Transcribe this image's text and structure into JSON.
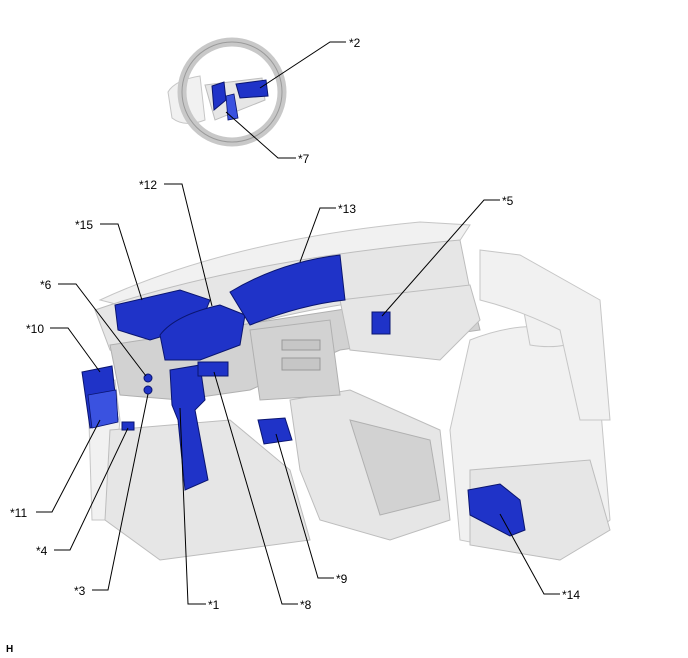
{
  "figure": {
    "reference_code": "H",
    "callouts": [
      {
        "id": "c2",
        "label": "*2"
      },
      {
        "id": "c7",
        "label": "*7"
      },
      {
        "id": "c12",
        "label": "*12"
      },
      {
        "id": "c13",
        "label": "*13"
      },
      {
        "id": "c5",
        "label": "*5"
      },
      {
        "id": "c15",
        "label": "*15"
      },
      {
        "id": "c6",
        "label": "*6"
      },
      {
        "id": "c10",
        "label": "*10"
      },
      {
        "id": "c11",
        "label": "*11"
      },
      {
        "id": "c4",
        "label": "*4"
      },
      {
        "id": "c3",
        "label": "*3"
      },
      {
        "id": "c1",
        "label": "*1"
      },
      {
        "id": "c8",
        "label": "*8"
      },
      {
        "id": "c9",
        "label": "*9"
      },
      {
        "id": "c14",
        "label": "*14"
      }
    ]
  },
  "colors": {
    "highlight_part": "#1f33c8",
    "vehicle_body": "#e6e6e6",
    "leader_line": "#000000"
  }
}
